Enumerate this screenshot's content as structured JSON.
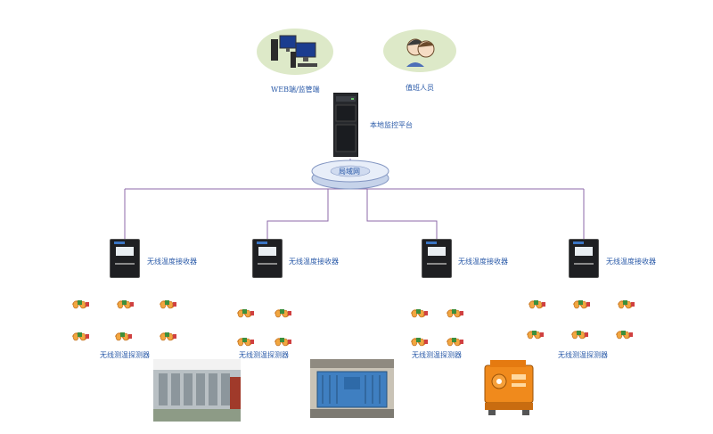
{
  "top": {
    "web_label": "WEB端/监管端",
    "staff_label": "值班人员",
    "platform_label": "本地监控平台",
    "lan_label": "局域网"
  },
  "receivers": [
    {
      "label": "无线温度接收器"
    },
    {
      "label": "无线温度接收器"
    },
    {
      "label": "无线温度接收器"
    },
    {
      "label": "无线温度接收器"
    }
  ],
  "probe_groups": [
    {
      "label": "无线测温探测器"
    },
    {
      "label": "无线测温探测器"
    },
    {
      "label": "无线测温探测器"
    },
    {
      "label": "无线测温探测器"
    }
  ],
  "colors": {
    "link": "#8e6aa8",
    "label": "#2a5aa8",
    "ellipse": "#dde9c8"
  }
}
